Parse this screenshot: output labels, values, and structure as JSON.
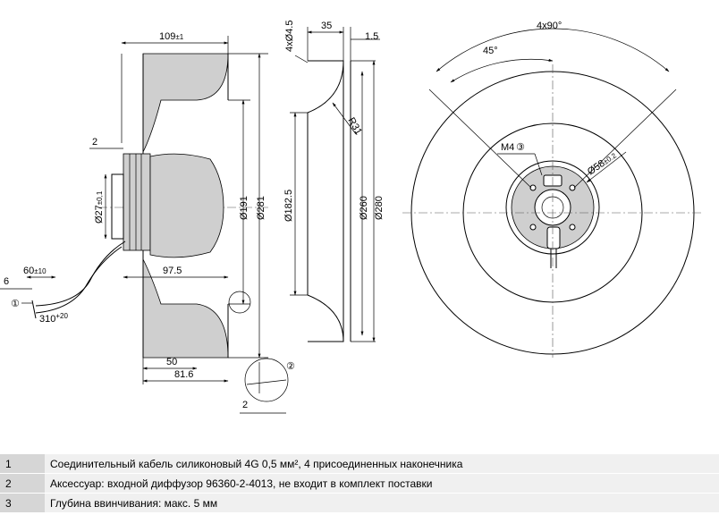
{
  "drawing": {
    "side_view": {
      "dim_width": "109",
      "dim_width_tol": "±1",
      "dim_2_top": "2",
      "dim_diam_27": "Ø27",
      "dim_diam_27_tol": "±0,1",
      "dim_6": "6",
      "dim_60": "60",
      "dim_60_tol": "±10",
      "dim_310": "310",
      "dim_310_tol": "+20",
      "dim_97_5": "97.5",
      "dim_50": "50",
      "dim_81_6": "81.6",
      "dim_d191": "Ø191",
      "dim_d281": "Ø281",
      "dim_2_bottom": "2",
      "callout_1": "①",
      "callout_2": "②"
    },
    "diffuser_view": {
      "dim_4x4_5": "4xØ4.5",
      "dim_35": "35",
      "dim_1_5": "1.5",
      "dim_r31": "R31",
      "dim_d182_5": "Ø182.5",
      "dim_d260_a": "Ø260",
      "dim_d280": "Ø280"
    },
    "front_view": {
      "dim_4x90": "4x90°",
      "dim_45": "45°",
      "dim_m4": "M4",
      "callout_3": "③",
      "dim_d58": "Ø58",
      "dim_d58_tol": "±0.2"
    }
  },
  "notes": [
    {
      "num": "1",
      "text": "Соединительный кабель силиконовый 4G 0,5 мм², 4 присоединенных наконечника"
    },
    {
      "num": "2",
      "text": "Аксессуар: входной диффузор 96360-2-4013, не входит в комплект поставки"
    },
    {
      "num": "3",
      "text": "Глубина ввинчивания: макс. 5 мм"
    }
  ]
}
